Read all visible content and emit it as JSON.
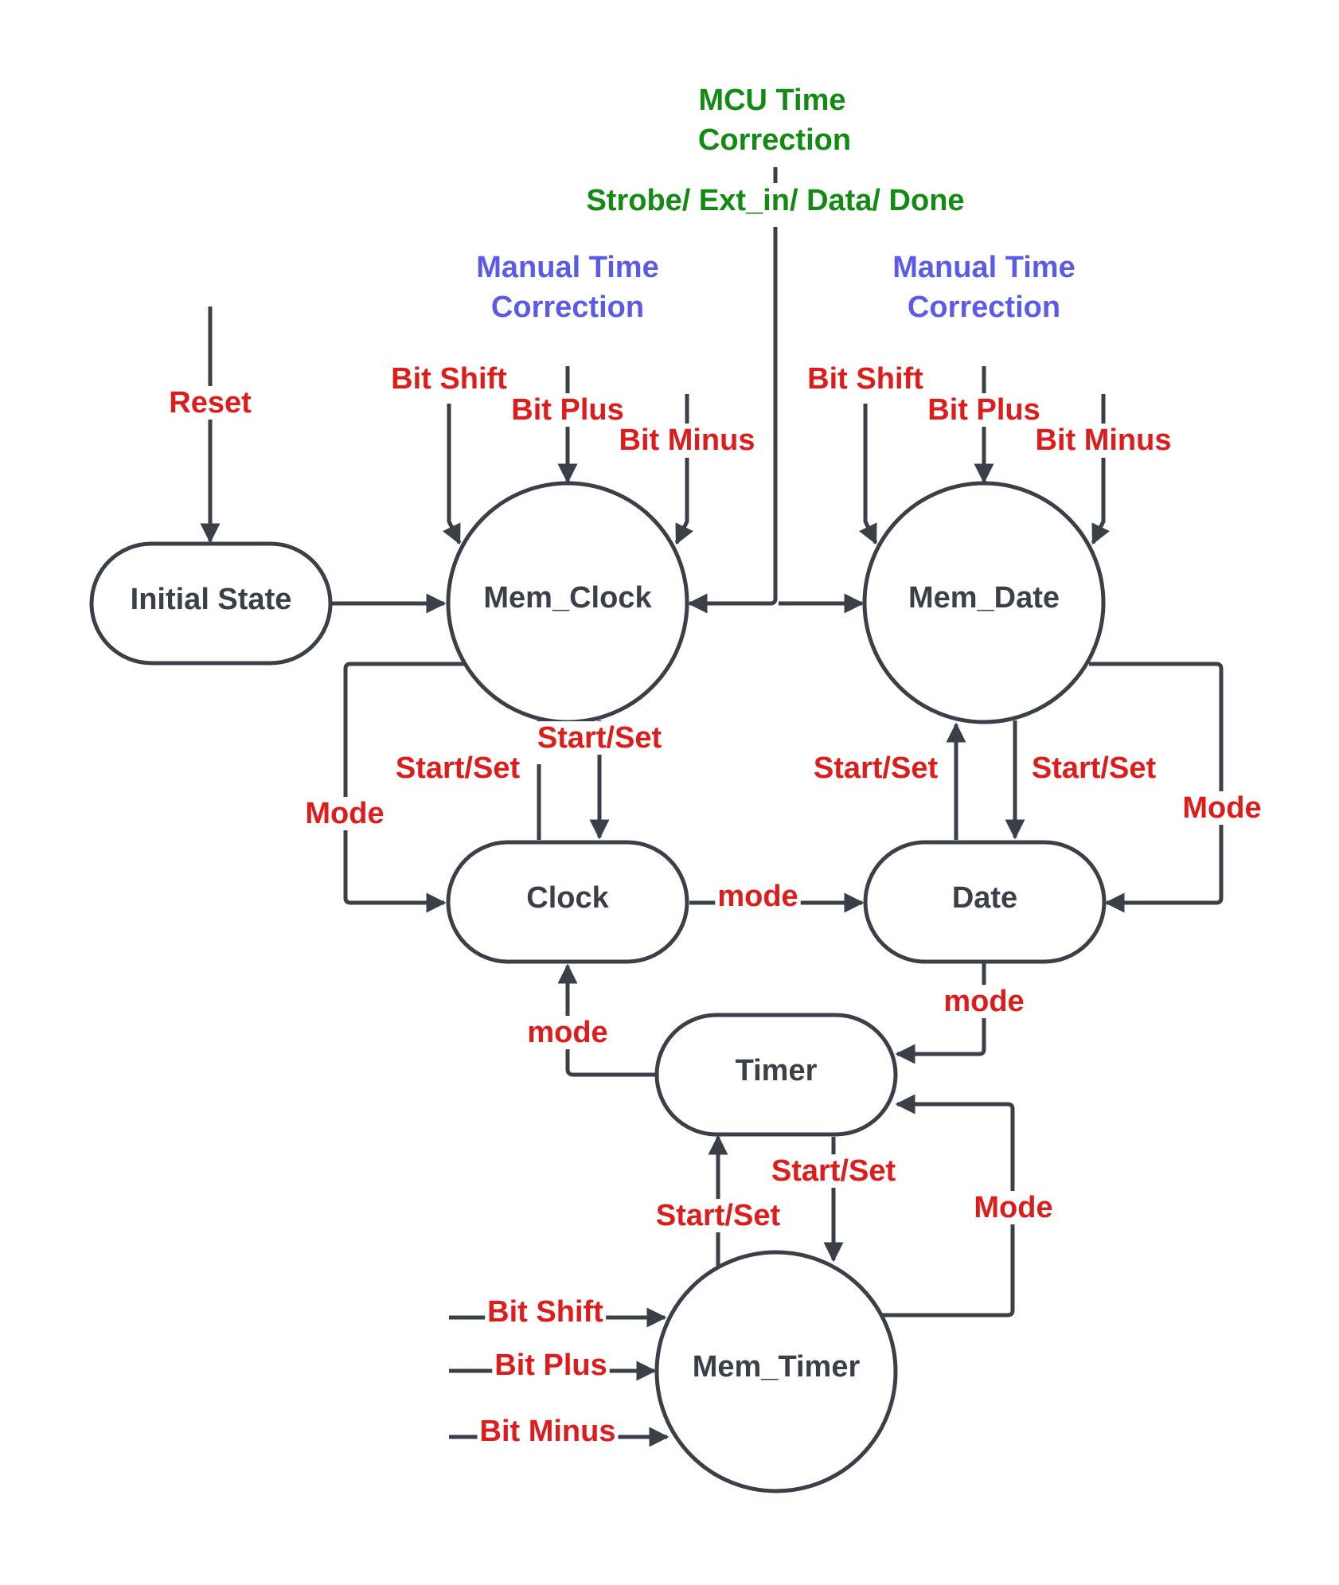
{
  "colors": {
    "stroke": "#3a3f48",
    "event": "#dd1c1c",
    "manual": "#5b5be8",
    "mcu": "#138a13"
  },
  "nodes": {
    "initial_state": "Initial State",
    "mem_clock": "Mem_Clock",
    "mem_date": "Mem_Date",
    "clock": "Clock",
    "date": "Date",
    "timer": "Timer",
    "mem_timer": "Mem_Timer"
  },
  "headers": {
    "mcu_line1": "MCU Time",
    "mcu_line2": "Correction",
    "mcu_signals": "Strobe/ Ext_in/ Data/ Done",
    "manual_left_line1": "Manual Time",
    "manual_left_line2": "Correction",
    "manual_right_line1": "Manual Time",
    "manual_right_line2": "Correction"
  },
  "edges": {
    "reset": "Reset",
    "clock_bit_shift": "Bit Shift",
    "clock_bit_plus": "Bit Plus",
    "clock_bit_minus": "Bit Minus",
    "date_bit_shift": "Bit Shift",
    "date_bit_plus": "Bit Plus",
    "date_bit_minus": "Bit Minus",
    "memclock_to_clock": "Start/Set",
    "clock_to_memclock": "Start/Set",
    "memclock_mode": "Mode",
    "clock_to_date": "mode",
    "date_to_memdate": "Start/Set",
    "memdate_to_date": "Start/Set",
    "memdate_mode": "Mode",
    "date_to_timer": "mode",
    "timer_to_clock": "mode",
    "timer_to_memtimer": "Start/Set",
    "memtimer_to_timer": "Start/Set",
    "memtimer_mode": "Mode",
    "timer_bit_shift": "Bit Shift",
    "timer_bit_plus": "Bit Plus",
    "timer_bit_minus": "Bit Minus"
  }
}
